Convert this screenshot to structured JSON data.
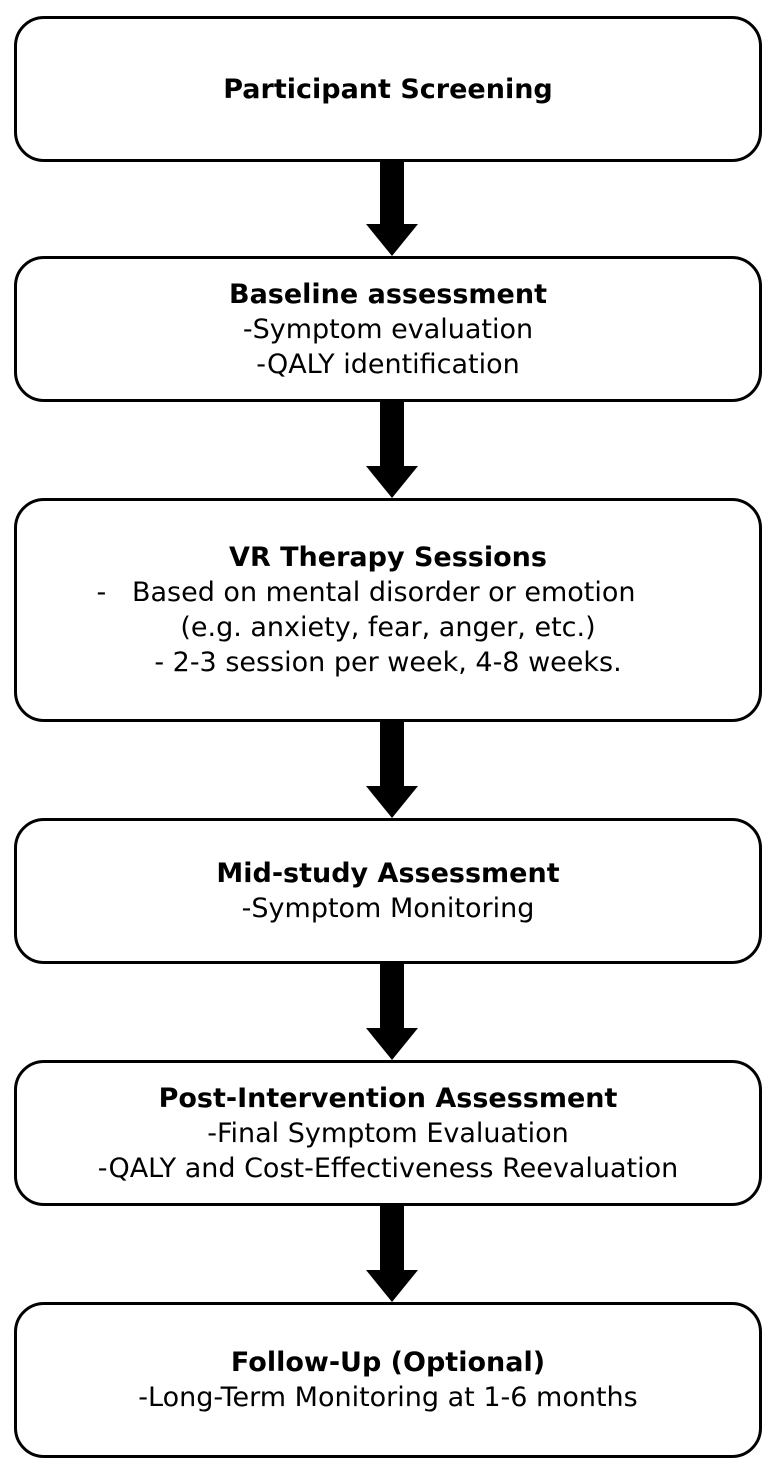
{
  "steps": [
    {
      "title": "Participant Screening",
      "lines": []
    },
    {
      "title": "Baseline assessment",
      "lines": [
        "-Symptom evaluation",
        "-QALY identification"
      ]
    },
    {
      "title": "VR Therapy Sessions",
      "lines": [
        "-   Based on mental disorder or emotion",
        "(e.g. anxiety, fear, anger, etc.)",
        "- 2-3 session per week, 4-8 weeks."
      ]
    },
    {
      "title": "Mid-study Assessment",
      "lines": [
        "-Symptom Monitoring"
      ]
    },
    {
      "title": "Post-Intervention Assessment",
      "lines": [
        "-Final Symptom Evaluation",
        "-QALY and Cost-Effectiveness Reevaluation"
      ]
    },
    {
      "title": "Follow-Up (Optional)",
      "lines": [
        "-Long-Term Monitoring at 1-6 months"
      ]
    }
  ]
}
